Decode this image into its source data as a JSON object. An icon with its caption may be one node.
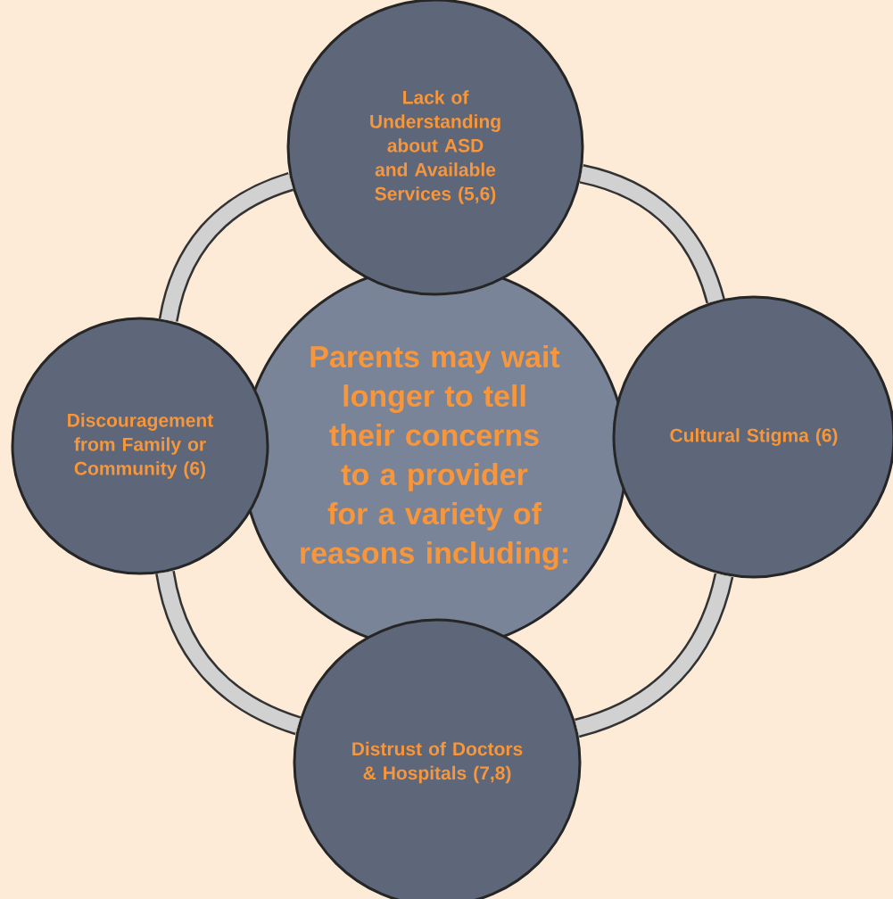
{
  "diagram": {
    "nodes": [
      {
        "text": [
          "Parents may wait longer to tell their concerns to a provider for a variety of reasons including:"
        ]
      },
      {
        "text": [
          "Lack of Understanding about ASD and Available Services (5,6)"
        ]
      },
      {
        "text": [
          "Cultural Stigma (6)"
        ]
      },
      {
        "text": [
          "Distrust of Doctors & Hospitals (7,8)"
        ]
      },
      {
        "text": [
          "Discouragement from Family or Community (6)"
        ]
      }
    ],
    "edges": [
      {
        "from": 1,
        "to": 2,
        "arrow": "none"
      },
      {
        "from": 2,
        "to": 3,
        "arrow": "none"
      },
      {
        "from": 3,
        "to": 4,
        "arrow": "none"
      },
      {
        "from": 4,
        "to": 1,
        "arrow": "none"
      }
    ]
  }
}
